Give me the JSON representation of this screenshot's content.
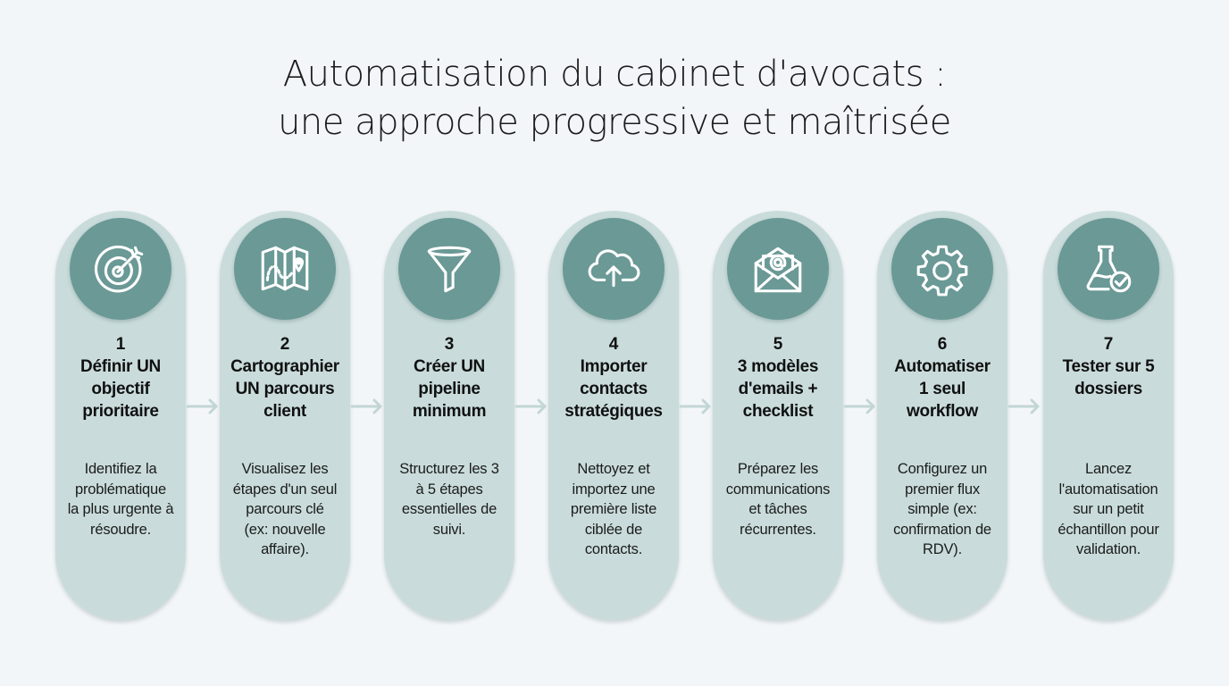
{
  "title": {
    "line1": "Automatisation du cabinet d'avocats :",
    "line2": "une approche progressive et maîtrisée"
  },
  "colors": {
    "background": "#f3f6f9",
    "pill": "#c9dcdb",
    "icon_circle": "#6a9996",
    "arrow": "#c2d6d5",
    "text": "#111111"
  },
  "steps": [
    {
      "number": "1",
      "icon": "target-icon",
      "heading_lines": [
        "Définir UN",
        "objectif",
        "prioritaire"
      ],
      "description_lines": [
        "Identifiez la",
        "problématique",
        "la plus urgente à",
        "résoudre."
      ]
    },
    {
      "number": "2",
      "icon": "map-icon",
      "heading_lines": [
        "Cartographier",
        "UN parcours",
        "client"
      ],
      "description_lines": [
        "Visualisez les",
        "étapes d'un seul",
        "parcours clé",
        "(ex: nouvelle",
        "affaire)."
      ]
    },
    {
      "number": "3",
      "icon": "funnel-icon",
      "heading_lines": [
        "Créer UN",
        "pipeline",
        "minimum"
      ],
      "description_lines": [
        "Structurez les 3",
        "à 5 étapes",
        "essentielles de",
        "suivi."
      ]
    },
    {
      "number": "4",
      "icon": "cloud-upload-icon",
      "heading_lines": [
        "Importer",
        "contacts",
        "stratégiques"
      ],
      "description_lines": [
        "Nettoyez et",
        "importez une",
        "première liste",
        "ciblée de",
        "contacts."
      ]
    },
    {
      "number": "5",
      "icon": "email-icon",
      "heading_lines": [
        "3 modèles",
        "d'emails +",
        "checklist"
      ],
      "description_lines": [
        "Préparez les",
        "communications",
        "et tâches",
        "récurrentes."
      ]
    },
    {
      "number": "6",
      "icon": "gear-icon",
      "heading_lines": [
        "Automatiser",
        "1 seul",
        "workflow"
      ],
      "description_lines": [
        "Configurez un",
        "premier flux",
        "simple (ex:",
        "confirmation de",
        "RDV)."
      ]
    },
    {
      "number": "7",
      "icon": "flask-check-icon",
      "heading_lines": [
        "Tester sur 5",
        "dossiers"
      ],
      "description_lines": [
        "Lancez",
        "l'automatisation",
        "sur un petit",
        "échantillon pour",
        "validation."
      ]
    }
  ]
}
